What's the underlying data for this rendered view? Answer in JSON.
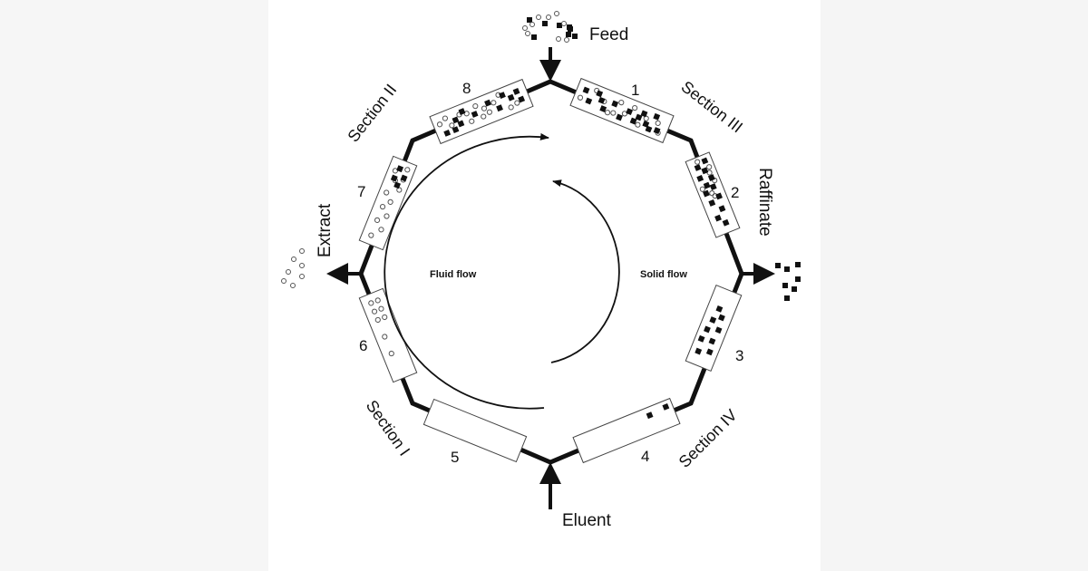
{
  "diagram": {
    "title": "Simulated moving bed (SMB) chromatography",
    "streams": {
      "feed": "Feed",
      "raffinate": "Raffinate",
      "eluent": "Eluent",
      "extract": "Extract"
    },
    "sections": {
      "section_1": "Section I",
      "section_2": "Section II",
      "section_3": "Section III",
      "section_4": "Section IV"
    },
    "columns": [
      "1",
      "2",
      "3",
      "4",
      "5",
      "6",
      "7",
      "8"
    ],
    "flows": {
      "fluid": "Fluid flow",
      "solid": "Solid flow"
    },
    "colors": {
      "ink": "#111111",
      "background": "#ffffff",
      "side": "#f6f6f6"
    }
  }
}
